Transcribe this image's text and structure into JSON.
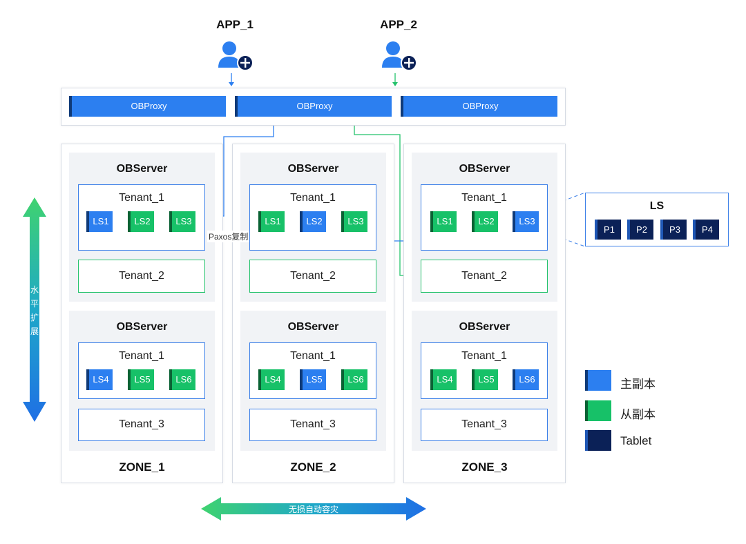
{
  "apps": [
    {
      "label": "APP_1"
    },
    {
      "label": "APP_2"
    }
  ],
  "proxies": [
    "OBProxy",
    "OBProxy",
    "OBProxy"
  ],
  "server_title": "OBServer",
  "zones": [
    "ZONE_1",
    "ZONE_2",
    "ZONE_3"
  ],
  "tenants": {
    "t1": "Tenant_1",
    "t2": "Tenant_2",
    "t3": "Tenant_3"
  },
  "log_streams": {
    "upper": [
      "LS1",
      "LS2",
      "LS3"
    ],
    "lower": [
      "LS4",
      "LS5",
      "LS6"
    ]
  },
  "paxos_label": "Paxos复制",
  "ls_detail": {
    "title": "LS",
    "partitions": [
      "P1",
      "P2",
      "P3",
      "P4"
    ]
  },
  "legend": [
    {
      "label": "主副本",
      "color": "#2c7ff0"
    },
    {
      "label": "从副本",
      "color": "#17c168"
    },
    {
      "label": "Tablet",
      "color": "#0b2157"
    }
  ],
  "vertical_arrow_label": "水平扩展",
  "horizontal_arrow_label": "无损自动容灾",
  "colors": {
    "leader": "#2c7ff0",
    "follower": "#17c168",
    "tablet": "#0b2157",
    "border": "#3b7fe8",
    "green_border": "#23c26b"
  }
}
